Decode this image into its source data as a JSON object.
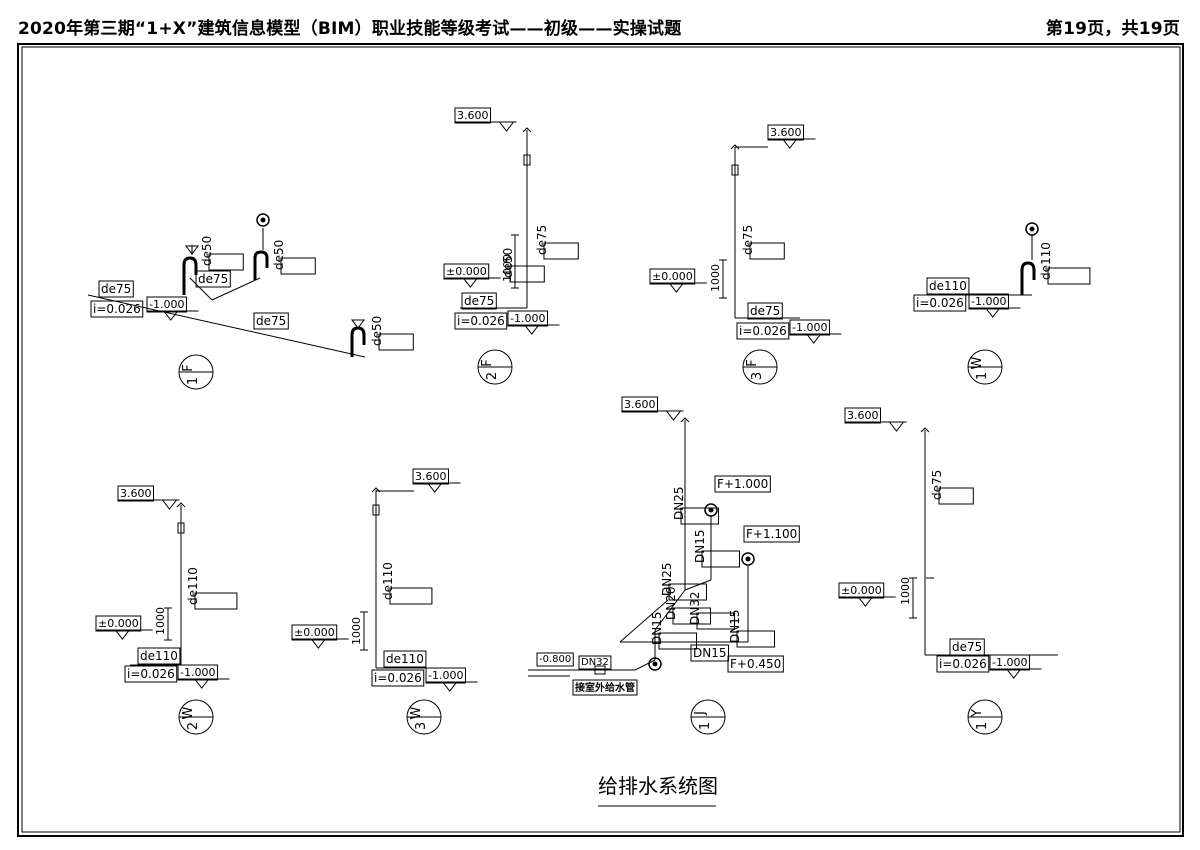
{
  "header": {
    "title": "2020年第三期“1+X”建筑信息模型（BIM）职业技能等级考试——初级——实操试题",
    "page": "第19页，共19页"
  },
  "diagram": {
    "title": "给排水系统图",
    "labels": {
      "de75": "de75",
      "de50": "de50",
      "de110": "de110",
      "slope": "i=0.026",
      "elev_m1000": "-1.000",
      "elev_0": "±0.000",
      "elev_3600": "3.600",
      "elev_m0800": "-0.800",
      "dim_1000": "1000",
      "dn15": "DN15",
      "dn25": "DN25",
      "dn32": "DN32",
      "dn20": "DN20",
      "f1000": "F+1.000",
      "f1100": "F+1.100",
      "f0450": "F+0.450",
      "outdoor": "接室外给水管"
    },
    "systems": [
      {
        "letter": "F",
        "number": "1"
      },
      {
        "letter": "F",
        "number": "2"
      },
      {
        "letter": "F",
        "number": "3"
      },
      {
        "letter": "W",
        "number": "1"
      },
      {
        "letter": "W",
        "number": "2"
      },
      {
        "letter": "W",
        "number": "3"
      },
      {
        "letter": "J",
        "number": "1"
      },
      {
        "letter": "Y",
        "number": "1"
      }
    ]
  }
}
